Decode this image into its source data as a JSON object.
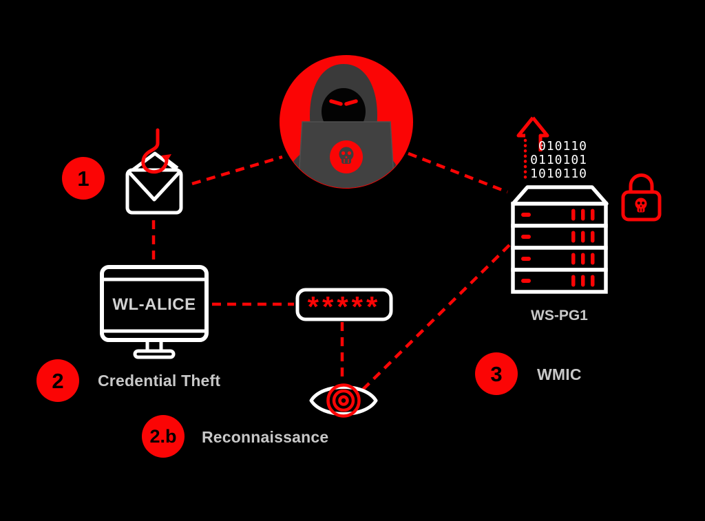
{
  "colors": {
    "background": "#000000",
    "accent_red": "#fb0505",
    "icon_white": "#ffffff",
    "label_gray": "#c8c8c8"
  },
  "steps": {
    "phishing": {
      "badge": "1"
    },
    "credential_theft": {
      "badge": "2",
      "label": "Credential Theft"
    },
    "reconnaissance": {
      "badge": "2.b",
      "label": "Reconnaissance"
    },
    "wmic": {
      "badge": "3",
      "label": "WMIC"
    }
  },
  "devices": {
    "workstation": {
      "hostname": "WL-ALICE"
    },
    "server": {
      "hostname": "WS-PG1"
    }
  },
  "password_field": {
    "masked_value": "*****"
  },
  "binary_code": {
    "line1": "010110",
    "line2": "0110101",
    "line3": "1010110"
  }
}
